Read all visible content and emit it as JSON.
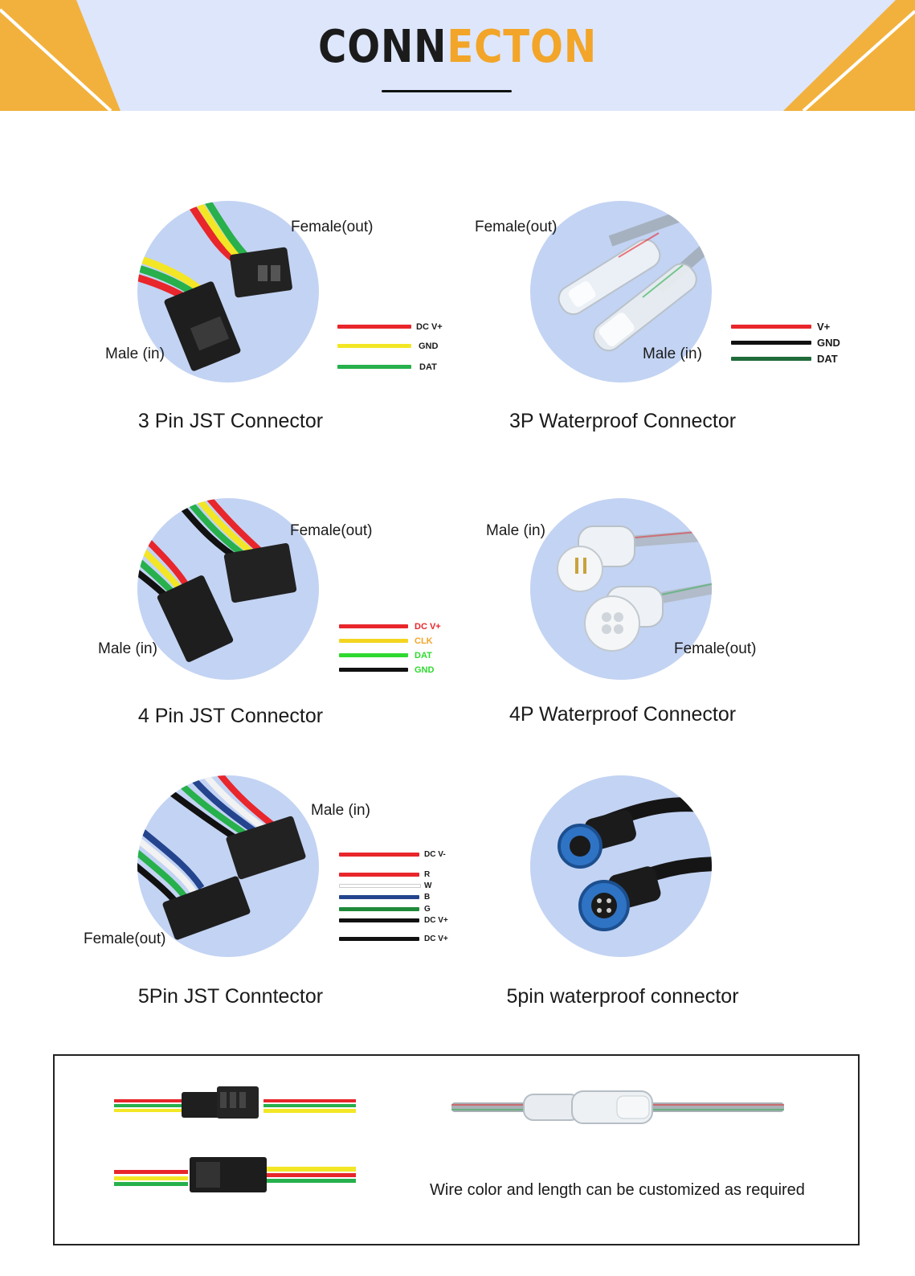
{
  "header": {
    "title_dark": "CONN",
    "title_accent": "ECTON",
    "bg_color": "#dde6fb",
    "accent_color": "#f2a528"
  },
  "connectors": [
    {
      "name": "3 Pin JST Connector",
      "female_label": "Female(out)",
      "male_label": "Male (in)",
      "legend": [
        {
          "label": "DC V+",
          "color": "#e8262b",
          "text_color": "#1a1a1a"
        },
        {
          "label": "GND",
          "color": "#f3e625",
          "text_color": "#1a1a1a"
        },
        {
          "label": "DAT",
          "color": "#27b04b",
          "text_color": "#1a1a1a"
        }
      ]
    },
    {
      "name": "3P Waterproof Connector",
      "female_label": "Female(out)",
      "male_label": "Male (in)",
      "legend": [
        {
          "label": "V+",
          "color": "#e8262b",
          "text_color": "#1a1a1a"
        },
        {
          "label": "GND",
          "color": "#111111",
          "text_color": "#1a1a1a"
        },
        {
          "label": "DAT",
          "color": "#1f6b3a",
          "text_color": "#1a1a1a"
        }
      ]
    },
    {
      "name": "4 Pin JST Connector",
      "female_label": "Female(out)",
      "male_label": "Male (in)",
      "legend": [
        {
          "label": "DC V+",
          "color": "#e8262b",
          "text_color": "#e8262b"
        },
        {
          "label": "CLK",
          "color": "#f3d51f",
          "text_color": "#f2a528"
        },
        {
          "label": "DAT",
          "color": "#2fd92f",
          "text_color": "#2fd92f"
        },
        {
          "label": "GND",
          "color": "#111111",
          "text_color": "#2fd92f"
        }
      ]
    },
    {
      "name": "4P Waterproof Connector",
      "female_label": "Female(out)",
      "male_label": "Male (in)"
    },
    {
      "name": "5Pin JST Conntector",
      "female_label": "Female(out)",
      "male_label": "Male (in)",
      "legend": [
        {
          "label": "DC V-",
          "color": "#e8262b",
          "text_color": "#1a1a1a"
        },
        {
          "label": "R",
          "color": "#e8262b",
          "text_color": "#1a1a1a"
        },
        {
          "label": "W",
          "color": "#f2f2f2",
          "text_color": "#1a1a1a"
        },
        {
          "label": "B",
          "color": "#24448e",
          "text_color": "#1a1a1a"
        },
        {
          "label": "G",
          "color": "#1f8a3a",
          "text_color": "#1a1a1a"
        },
        {
          "label": "DC V+",
          "color": "#111111",
          "text_color": "#1a1a1a"
        },
        {
          "label": "DC V+",
          "color": "#111111",
          "text_color": "#1a1a1a"
        }
      ]
    },
    {
      "name": "5pin waterproof connector"
    }
  ],
  "footer_note": "Wire color and length can be customized as required"
}
